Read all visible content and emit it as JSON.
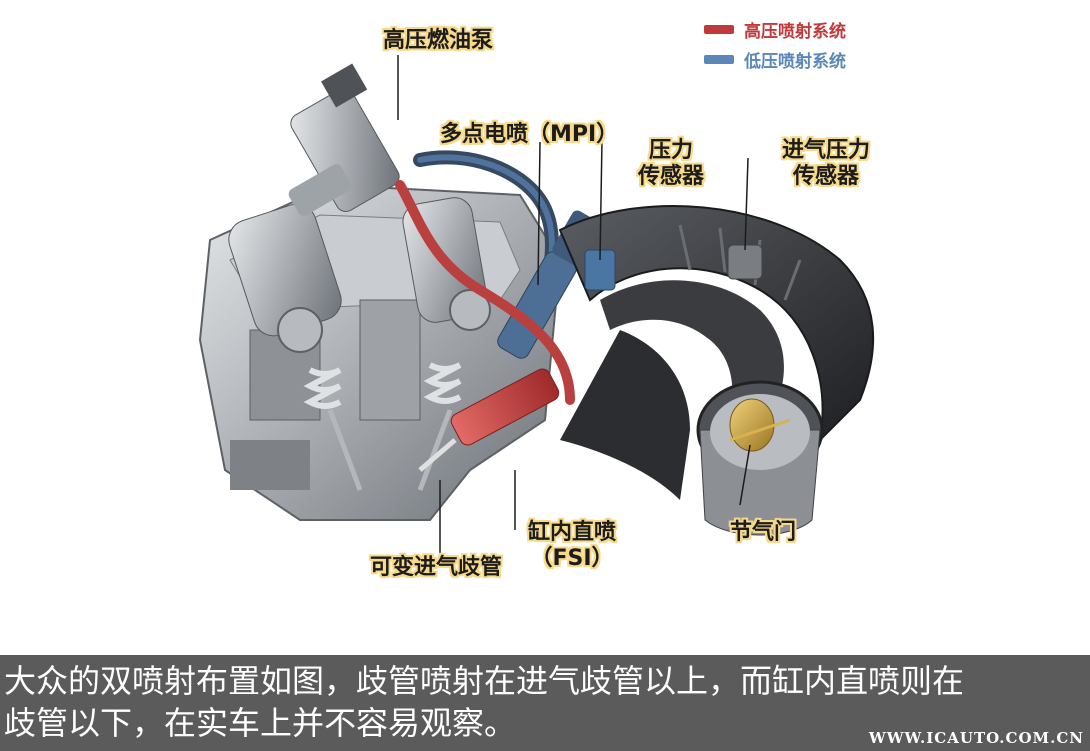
{
  "legend": {
    "high_pressure": "高压喷射系统",
    "low_pressure": "低压喷射系统",
    "high_color": "#c0393b",
    "low_color": "#5a86b8"
  },
  "labels": {
    "hp_fuel_pump": "高压燃油泵",
    "mpi": "多点电喷（MPI）",
    "pressure_sensor_1": "压力",
    "pressure_sensor_2": "传感器",
    "intake_pressure_sensor_1": "进气压力",
    "intake_pressure_sensor_2": "传感器",
    "throttle": "节气门",
    "fsi_1": "缸内直喷",
    "fsi_2": "（FSI）",
    "variable_intake": "可变进气歧管"
  },
  "caption": {
    "line1": "大众的双喷射布置如图，歧管喷射在进气歧管以上，而缸内直喷则在",
    "line2": "歧管以下，在实车上并不容易观察。"
  },
  "watermark": "WWW.ICAUTO.COM.CN"
}
